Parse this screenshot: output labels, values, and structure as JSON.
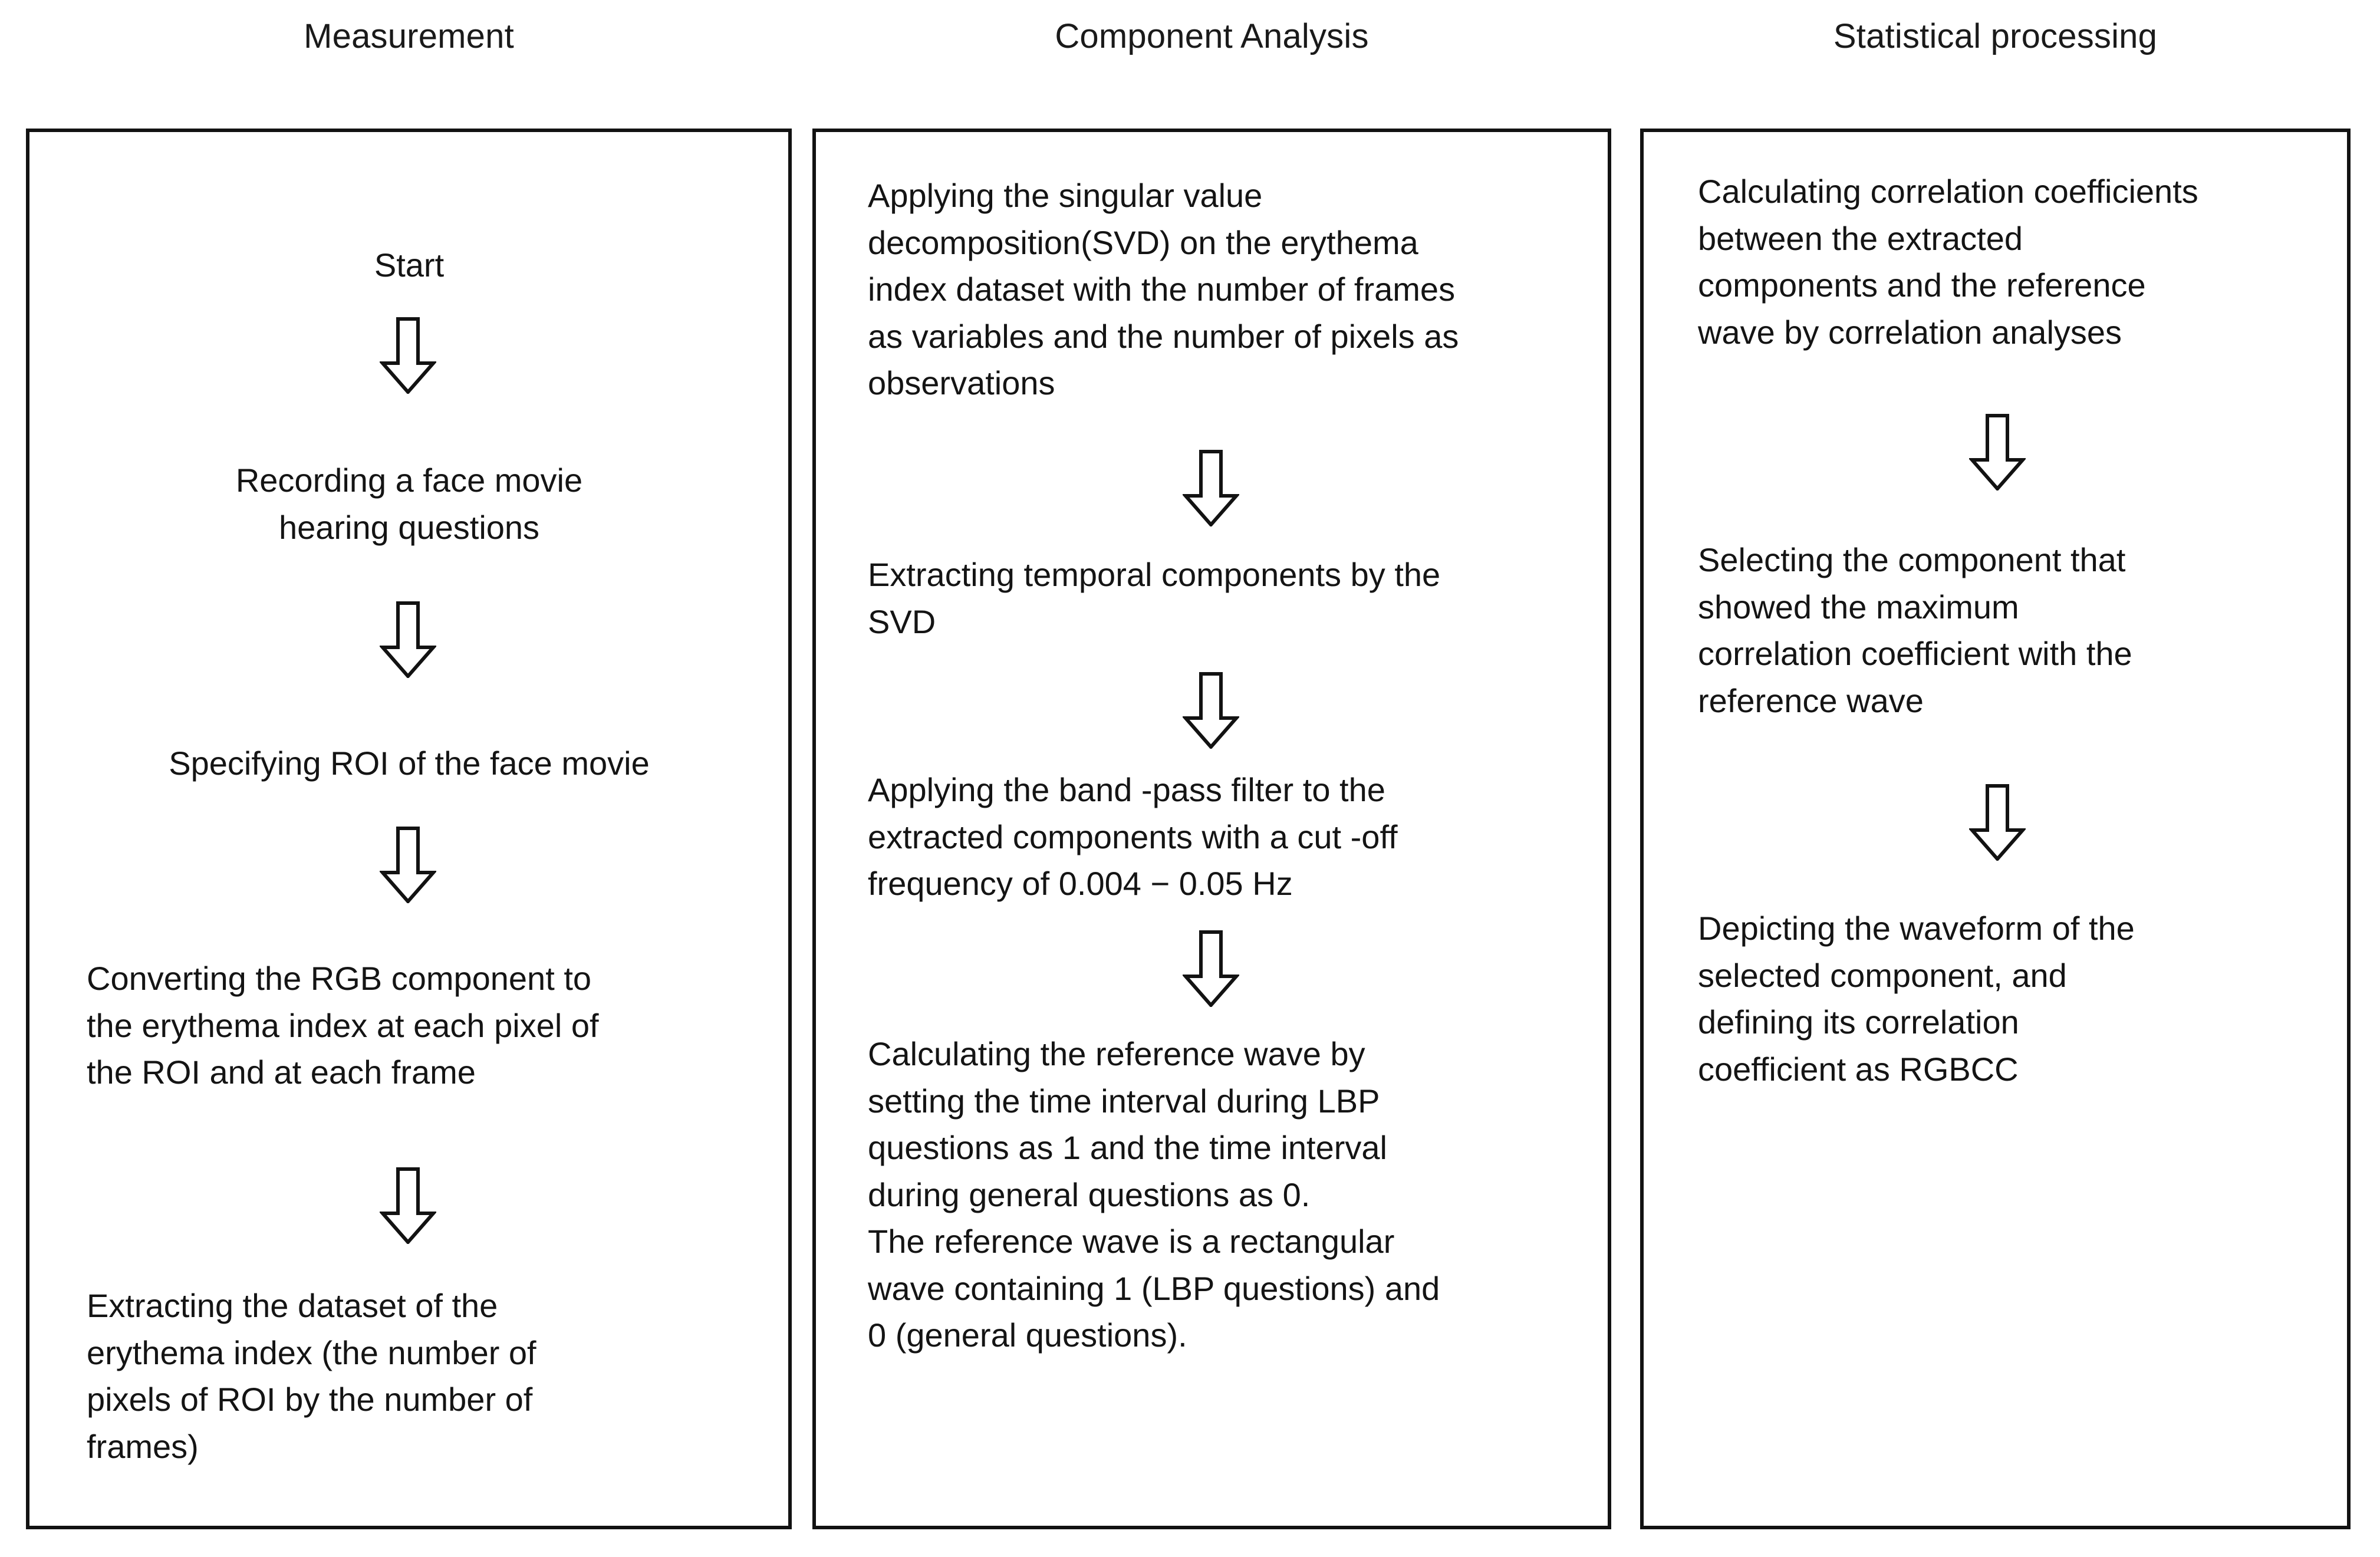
{
  "figure": {
    "type": "flowchart",
    "orientation": "three-column-vertical",
    "background_color": "#ffffff",
    "line_color": "#121212",
    "text_color": "#141414"
  },
  "columns": [
    {
      "id": "measurement",
      "header": "Measurement",
      "steps": [
        {
          "id": "start",
          "text": "Start",
          "align": "center"
        },
        {
          "id": "recording",
          "text": "Recording a face movie\nhearing questions",
          "align": "center"
        },
        {
          "id": "specify-roi",
          "text": "Specifying ROI of the face movie",
          "align": "center"
        },
        {
          "id": "convert-rgb",
          "text": "Converting the RGB component to\nthe erythema index at each pixel of\nthe ROI and at each frame",
          "align": "left"
        },
        {
          "id": "extract-dataset",
          "text": "Extracting the  dataset of the\nerythema index (the number of\npixels of ROI by the number of\nframes)",
          "align": "left"
        }
      ],
      "arrow_count": 4
    },
    {
      "id": "component-analysis",
      "header": "Component Analysis",
      "steps": [
        {
          "id": "apply-svd",
          "text": "Applying the singular value\ndecomposition(SVD) on the erythema\nindex dataset with the number of frames\nas variables and the number of pixels as\nobservations",
          "align": "left"
        },
        {
          "id": "extract-temporal",
          "text": "Extracting temporal components by the\nSVD",
          "align": "left"
        },
        {
          "id": "band-pass",
          "text": "Applying the band -pass filter to the\nextracted components with a cut -off\nfrequency of 0.004 −  0.05 Hz",
          "align": "left"
        },
        {
          "id": "reference-wave",
          "text": "Calculating the reference wave by\nsetting the time interval during LBP\nquestions as 1 and the time interval\nduring general questions as 0.\nThe reference wave is a rectangular\nwave containing 1 (LBP  questions) and\n0 (general questions).",
          "align": "left"
        }
      ],
      "arrow_count": 3
    },
    {
      "id": "statistical-processing",
      "header": "Statistical processing",
      "steps": [
        {
          "id": "calc-correlation",
          "text": "Calculating correlation coefficients\nbetween the extracted\ncomponents and the reference\nwave by correlation analyses",
          "align": "left"
        },
        {
          "id": "select-component",
          "text": "Selecting the component that\nshowed the maximum\ncorrelation coefficient with the\nreference wave",
          "align": "left"
        },
        {
          "id": "depict-waveform",
          "text": "Depicting the waveform of the\nselected component, and\ndefining its correlation\ncoefficient as RGBCC",
          "align": "left"
        }
      ],
      "arrow_count": 2
    }
  ],
  "icons": {
    "down_arrow": "down-block-arrow"
  }
}
